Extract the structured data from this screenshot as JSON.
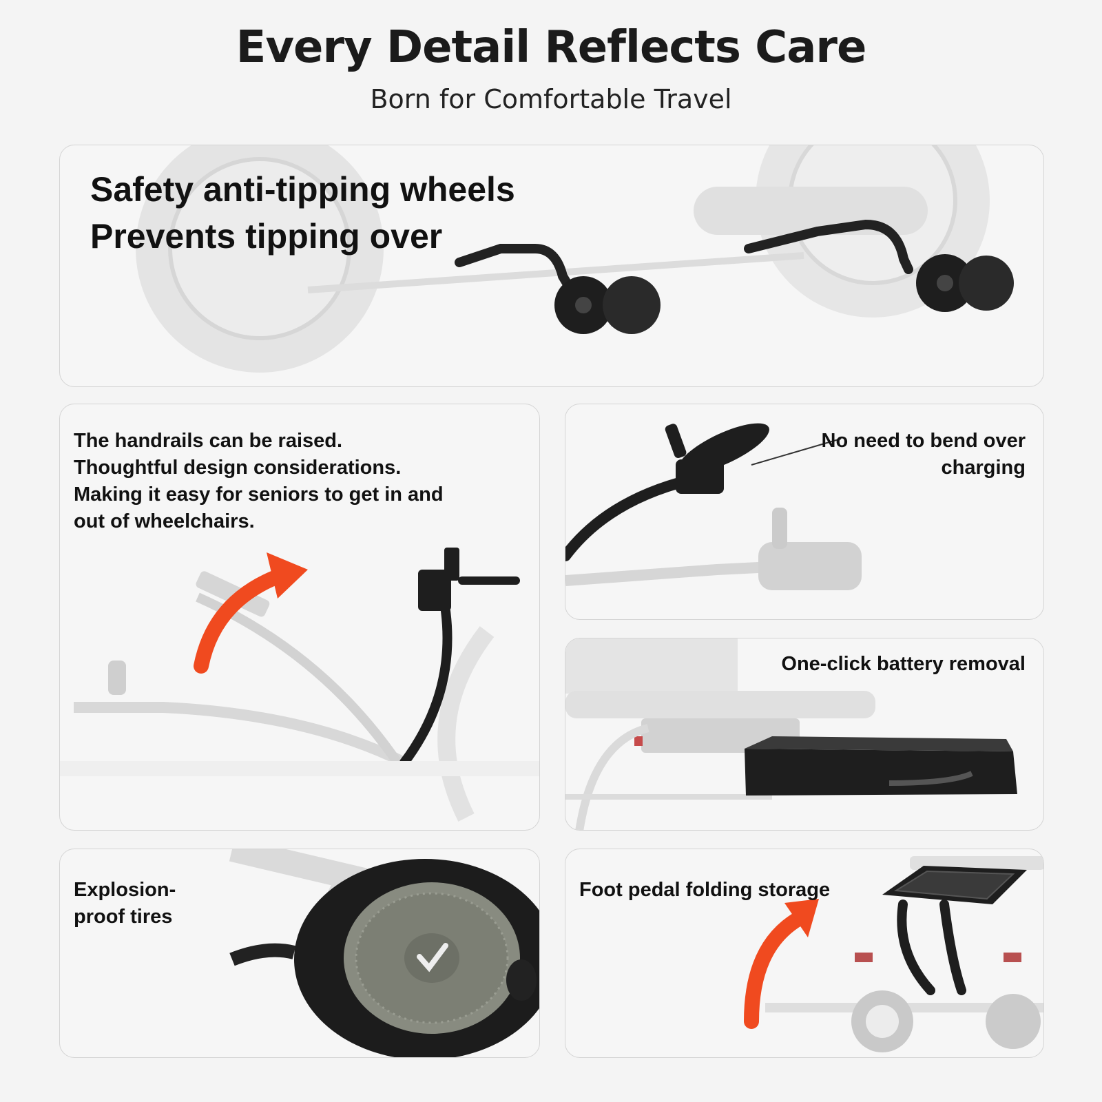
{
  "header": {
    "title": "Every Detail Reflects Care",
    "subtitle": "Born for Comfortable Travel"
  },
  "features": {
    "anti_tipping": {
      "line1": "Safety anti-tipping wheels",
      "line2": "Prevents tipping over"
    },
    "handrails": {
      "line1": "The handrails can be raised.",
      "line2": "Thoughtful design considerations.",
      "line3": "Making it easy for seniors to get in and",
      "line4": "out of wheelchairs."
    },
    "charging": {
      "line1": "No need to bend over",
      "line2": "charging"
    },
    "battery": {
      "line1": "One-click battery removal"
    },
    "tires": {
      "line1": "Explosion-",
      "line2": "proof tires"
    },
    "foot_pedal": {
      "line1": "Foot pedal folding storage"
    }
  },
  "colors": {
    "accent_arrow": "#f04a1f",
    "dark_part": "#1e1e1e",
    "ghost_part": "#cfcfcf"
  }
}
